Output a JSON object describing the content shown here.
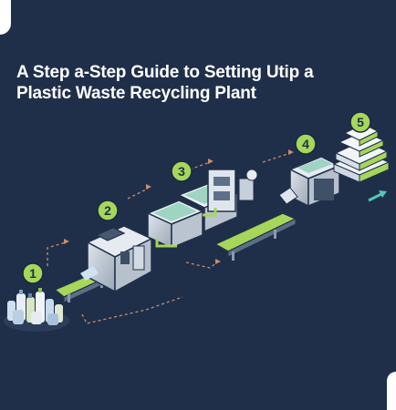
{
  "title": {
    "line1": "A Step a-Step Guide to Setting Utip a",
    "line2": "Plastic Waste Recycling Plant"
  },
  "steps": [
    "1",
    "2",
    "3",
    "4",
    "5"
  ],
  "colors": {
    "background": "#1f2f4a",
    "accent": "#a6d65a",
    "arrow_teal": "#52c7b8"
  }
}
